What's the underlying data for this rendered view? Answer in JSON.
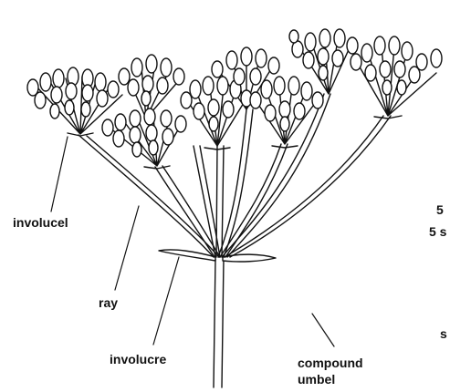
{
  "labels": {
    "involucel": "involucel",
    "ray": "ray",
    "involucre": "involucre",
    "compound_line1": "compound",
    "compound_line2": "umbel"
  },
  "edge_text": [
    "5",
    "5 s",
    "s"
  ],
  "colors": {
    "ink": "#111111",
    "background": "#ffffff"
  }
}
